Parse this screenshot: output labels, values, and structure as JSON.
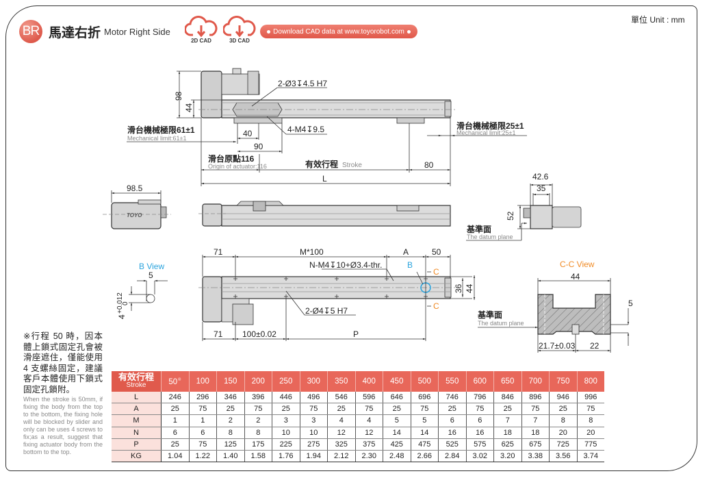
{
  "header": {
    "badge": "BR",
    "title_zh": "馬達右折",
    "title_en": "Motor Right Side",
    "unit_label": "單位 Unit : mm",
    "cad_buttons": [
      {
        "label": "2D CAD",
        "icon": "cloud-download-icon"
      },
      {
        "label": "3D CAD",
        "icon": "cloud-download-icon"
      }
    ],
    "download_banner": "Download CAD data at www.toyorobot.com",
    "accent_color": "#e0584a"
  },
  "side_view": {
    "height_total": "98",
    "height_body": "44",
    "hole_callout_top": "2-Ø3↧4.5 H7",
    "hole_callout_bottom": "4-M4↧9.5",
    "slider_hole_pitch": "40",
    "slider_length": "90",
    "mech_limit_left_zh": "滑台機械極限61±1",
    "mech_limit_left_en": "Mechanical limit:61±1",
    "mech_limit_right_zh": "滑台機械極限25±1",
    "mech_limit_right_en": "Mechanical limit:25±1",
    "origin_zh": "滑台原點116",
    "origin_en": "Origin of actuator:116",
    "stroke_zh": "有效行程",
    "stroke_en": "Stroke",
    "end_length": "80",
    "total_length": "L"
  },
  "motor_end_view": {
    "width": "98.5",
    "logo": "TOYO"
  },
  "end_view": {
    "width_outer": "42.6",
    "width_inner": "35",
    "height": "52",
    "datum_zh": "基準面",
    "datum_en": "The datum plane"
  },
  "top_view": {
    "left_offset": "71",
    "pitch_label": "M*100",
    "a_label": "A",
    "right_offset": "50",
    "thread_callout": "N-M4↧10+Ø3.4-thr.",
    "pin_callout": "2-Ø4↧5 H7",
    "b_marker": "B",
    "c_marker": "C",
    "inner_width": "36",
    "outer_width": "44",
    "bottom_left": "71",
    "bottom_pitch": "100±0.02",
    "p_label": "P"
  },
  "b_view": {
    "title": "B View",
    "width": "5",
    "dia": "4",
    "tol_upper": "+0.012",
    "tol_lower": "0"
  },
  "cc_view": {
    "title": "C-C View",
    "width": "44",
    "depth": "5",
    "left_offset": "21.7±0.03",
    "right_offset": "22",
    "datum_zh": "基準面",
    "datum_en": "The datum plane"
  },
  "note": {
    "zh": "※行程 50 時，因本體上鎖式固定孔會被滑座遮住，僅能使用 4 支螺絲固定，建議客戶本體使用下鎖式固定孔鎖附。",
    "en": "When the stroke is 50mm, if fixing the body from the top to the bottom, the fixing hole will be blocked by slider and only can be uses 4 screws to fix;as a result, suggest that fixing actuator body from the bottom to the top."
  },
  "spec_table": {
    "header_zh": "有效行程",
    "header_en": "Stroke",
    "strokes": [
      "50",
      "100",
      "150",
      "200",
      "250",
      "300",
      "350",
      "400",
      "450",
      "500",
      "550",
      "600",
      "650",
      "700",
      "750",
      "800"
    ],
    "first_note_mark": "※",
    "rows": [
      {
        "label": "L",
        "values": [
          "246",
          "296",
          "346",
          "396",
          "446",
          "496",
          "546",
          "596",
          "646",
          "696",
          "746",
          "796",
          "846",
          "896",
          "946",
          "996"
        ]
      },
      {
        "label": "A",
        "values": [
          "25",
          "75",
          "25",
          "75",
          "25",
          "75",
          "25",
          "75",
          "25",
          "75",
          "25",
          "75",
          "25",
          "75",
          "25",
          "75"
        ]
      },
      {
        "label": "M",
        "values": [
          "1",
          "1",
          "2",
          "2",
          "3",
          "3",
          "4",
          "4",
          "5",
          "5",
          "6",
          "6",
          "7",
          "7",
          "8",
          "8"
        ]
      },
      {
        "label": "N",
        "values": [
          "6",
          "6",
          "8",
          "8",
          "10",
          "10",
          "12",
          "12",
          "14",
          "14",
          "16",
          "16",
          "18",
          "18",
          "20",
          "20"
        ]
      },
      {
        "label": "P",
        "values": [
          "25",
          "75",
          "125",
          "175",
          "225",
          "275",
          "325",
          "375",
          "425",
          "475",
          "525",
          "575",
          "625",
          "675",
          "725",
          "775"
        ]
      },
      {
        "label": "KG",
        "values": [
          "1.04",
          "1.22",
          "1.40",
          "1.58",
          "1.76",
          "1.94",
          "2.12",
          "2.30",
          "2.48",
          "2.66",
          "2.84",
          "3.02",
          "3.20",
          "3.38",
          "3.56",
          "3.74"
        ]
      }
    ]
  }
}
